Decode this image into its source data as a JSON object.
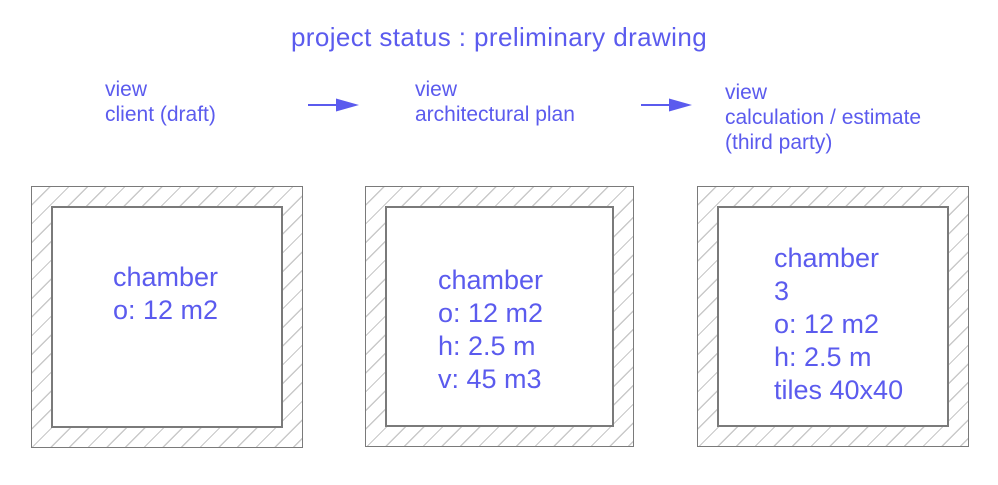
{
  "title": "project status : preliminary drawing",
  "colors": {
    "accent": "#5b5bee",
    "hatch": "#c9c9c9",
    "wall_border": "#7a7a7a"
  },
  "flow": {
    "steps": [
      {
        "lines": [
          "view",
          "client (draft)"
        ]
      },
      {
        "lines": [
          "view",
          "architectural plan"
        ]
      },
      {
        "lines": [
          "view",
          "calculation / estimate",
          "(third party)"
        ]
      }
    ]
  },
  "chambers": [
    {
      "lines": [
        "chamber",
        "o: 12 m2"
      ]
    },
    {
      "lines": [
        "chamber",
        "o: 12 m2",
        "h: 2.5 m",
        "v: 45 m3"
      ]
    },
    {
      "lines": [
        "chamber",
        "3",
        "o: 12 m2",
        "h: 2.5 m",
        "tiles 40x40"
      ]
    }
  ]
}
